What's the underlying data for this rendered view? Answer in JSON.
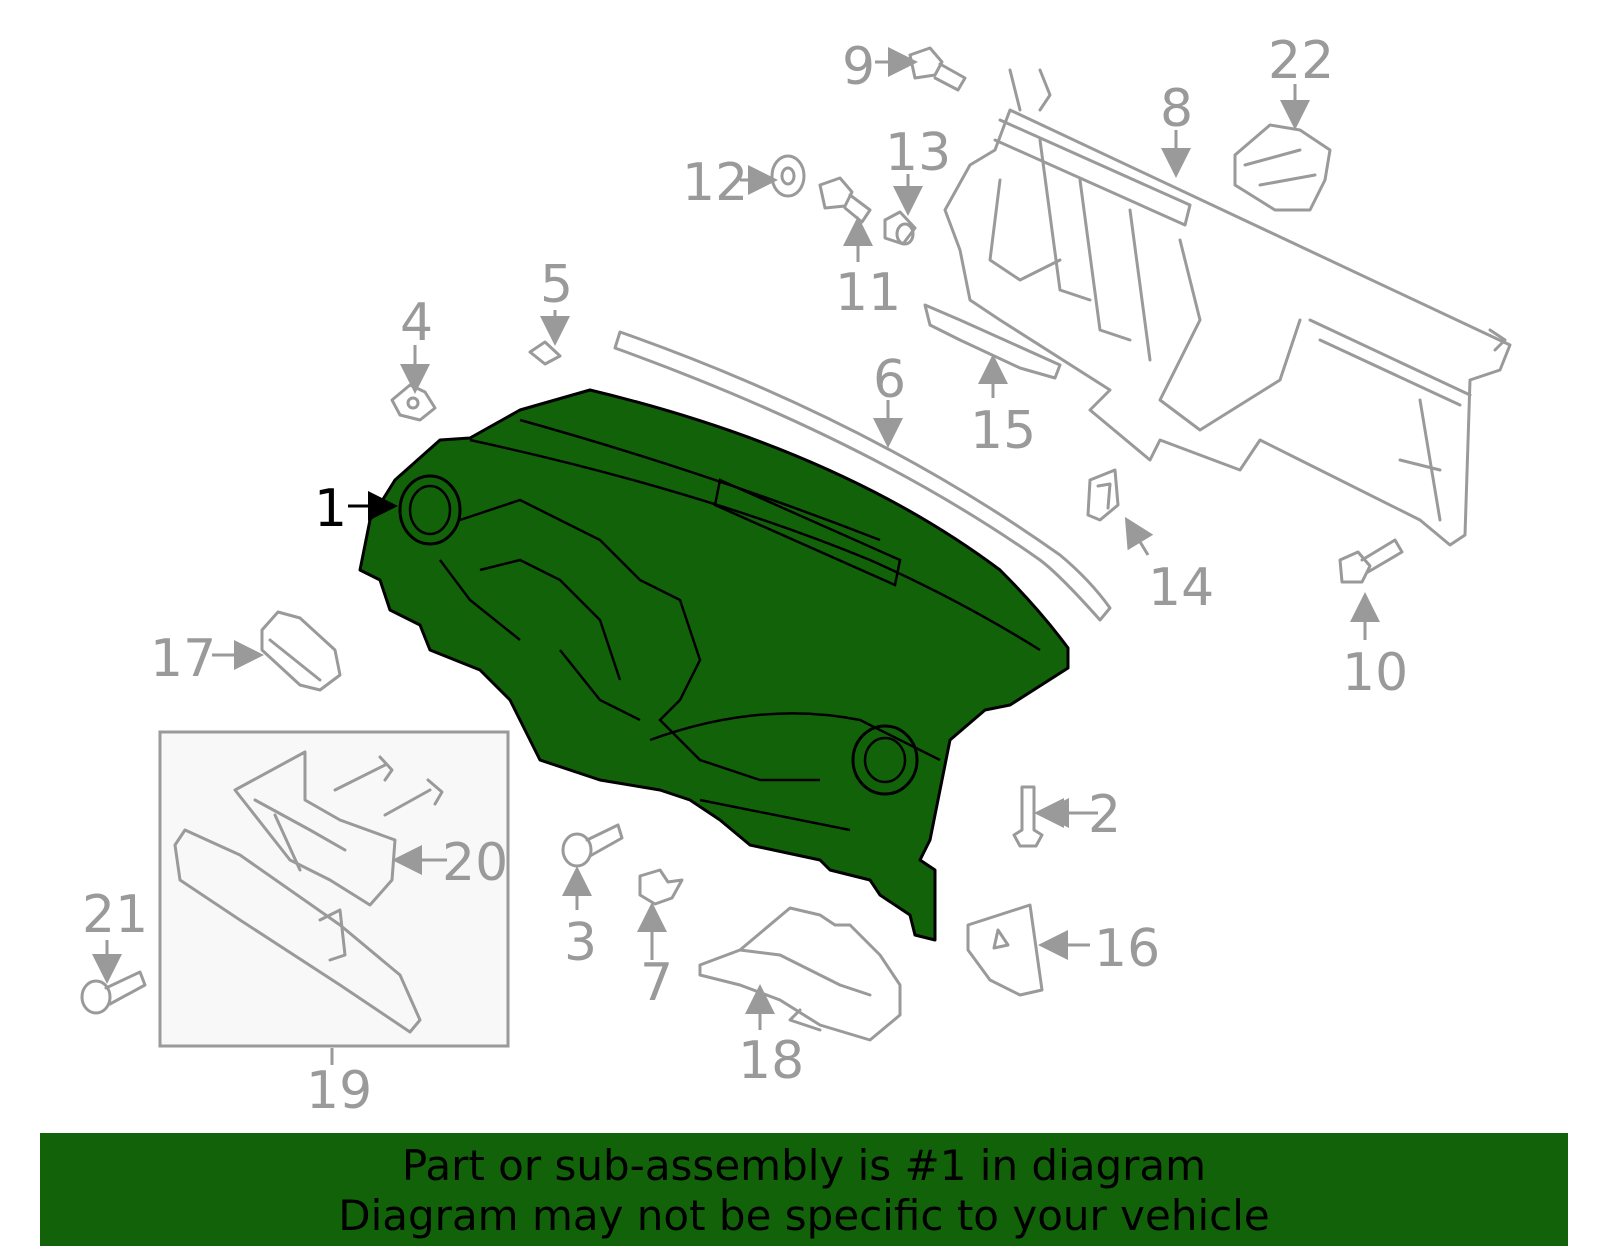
{
  "callouts": {
    "c1": "1",
    "c2": "2",
    "c3": "3",
    "c4": "4",
    "c5": "5",
    "c6": "6",
    "c7": "7",
    "c8": "8",
    "c9": "9",
    "c10": "10",
    "c11": "11",
    "c12": "12",
    "c13": "13",
    "c14": "14",
    "c15": "15",
    "c16": "16",
    "c17": "17",
    "c18": "18",
    "c19": "19",
    "c20": "20",
    "c21": "21",
    "c22": "22"
  },
  "highlighted_part": "1",
  "colors": {
    "highlight": "#12620a",
    "line": "#9a9a9a",
    "banner": "#12620a"
  },
  "footer": {
    "line1": "Part or sub-assembly is #1 in diagram",
    "line2": "Diagram may not be specific to your vehicle"
  }
}
